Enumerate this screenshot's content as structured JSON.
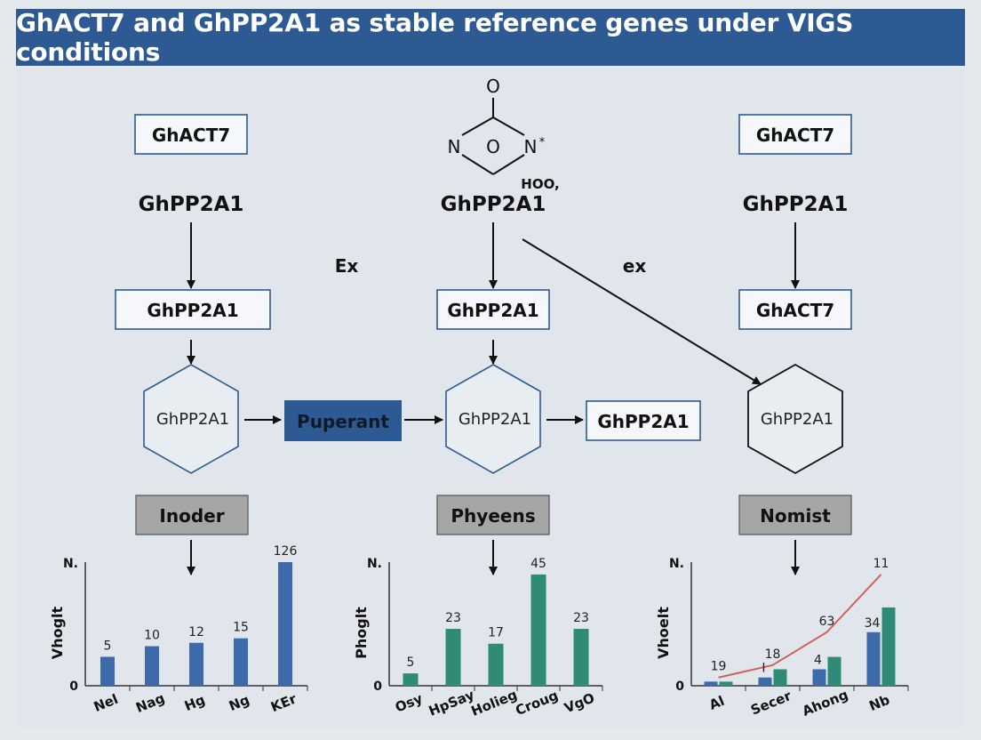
{
  "title": "GhACT7 and GhPP2A1 as stable reference genes under VIGS conditions",
  "colors": {
    "banner": "#2d5a92",
    "box_border": "#2d5a92",
    "filled_box": "#2d5a92",
    "gray_box": "#a6a6a6",
    "blue_bar": "#3c6aab",
    "green_bar": "#2f8b78",
    "trend_line": "#d06060"
  },
  "left": {
    "top_box": "GhACT7",
    "gene": "GhPP2A1",
    "mid_box": "GhPP2A1",
    "hexagon": "GhPP2A1",
    "gray_box": "Inoder"
  },
  "center": {
    "molecule": {
      "top_atom": "O",
      "left_atom": "N",
      "middle_atom": "O",
      "right_atom": "N",
      "right_mark": "*",
      "group": "HOO,"
    },
    "gene": "GhPP2A1",
    "mid_box": "GhPP2A1",
    "hexagon": "GhPP2A1",
    "gray_box": "Phyeens"
  },
  "right": {
    "top_box": "GhACT7",
    "gene": "GhPP2A1",
    "mid_box": "GhACT7",
    "hexagon": "GhPP2A1",
    "gray_box": "Nomist"
  },
  "flow": {
    "ex_left": "Ex",
    "ex_right": "ex",
    "filled_box": "Puperant",
    "right_box": "GhPP2A1"
  },
  "chart_data": [
    {
      "type": "bar",
      "ylabel": "Vhoglt",
      "y_marker_top": "N.",
      "y_marker_zero": "0",
      "categories": [
        "Nel",
        "Nag",
        "Hg",
        "Ng",
        "KEr"
      ],
      "values": [
        5,
        10,
        12,
        15,
        126
      ]
    },
    {
      "type": "bar",
      "ylabel": "Phoglt",
      "y_marker_top": "N.",
      "y_marker_zero": "0",
      "categories": [
        "Osy",
        "HpSay",
        "Holieg",
        "Croug",
        "VgO"
      ],
      "values": [
        5,
        23,
        17,
        45,
        23
      ]
    },
    {
      "type": "bar",
      "ylabel": "Vhoelt",
      "y_marker_top": "N.",
      "y_marker_zero": "0",
      "categories": [
        "Al",
        "Secer",
        "Ahong",
        "Nb"
      ],
      "labels": [
        "19",
        "18",
        "63",
        "11"
      ],
      "extra_labels": [
        "I",
        "4",
        "34"
      ],
      "series": [
        {
          "values": [
            1,
            2,
            4,
            13
          ]
        },
        {
          "values": [
            1,
            4,
            7,
            19
          ]
        }
      ],
      "trend": [
        2,
        5,
        13,
        27
      ]
    }
  ]
}
